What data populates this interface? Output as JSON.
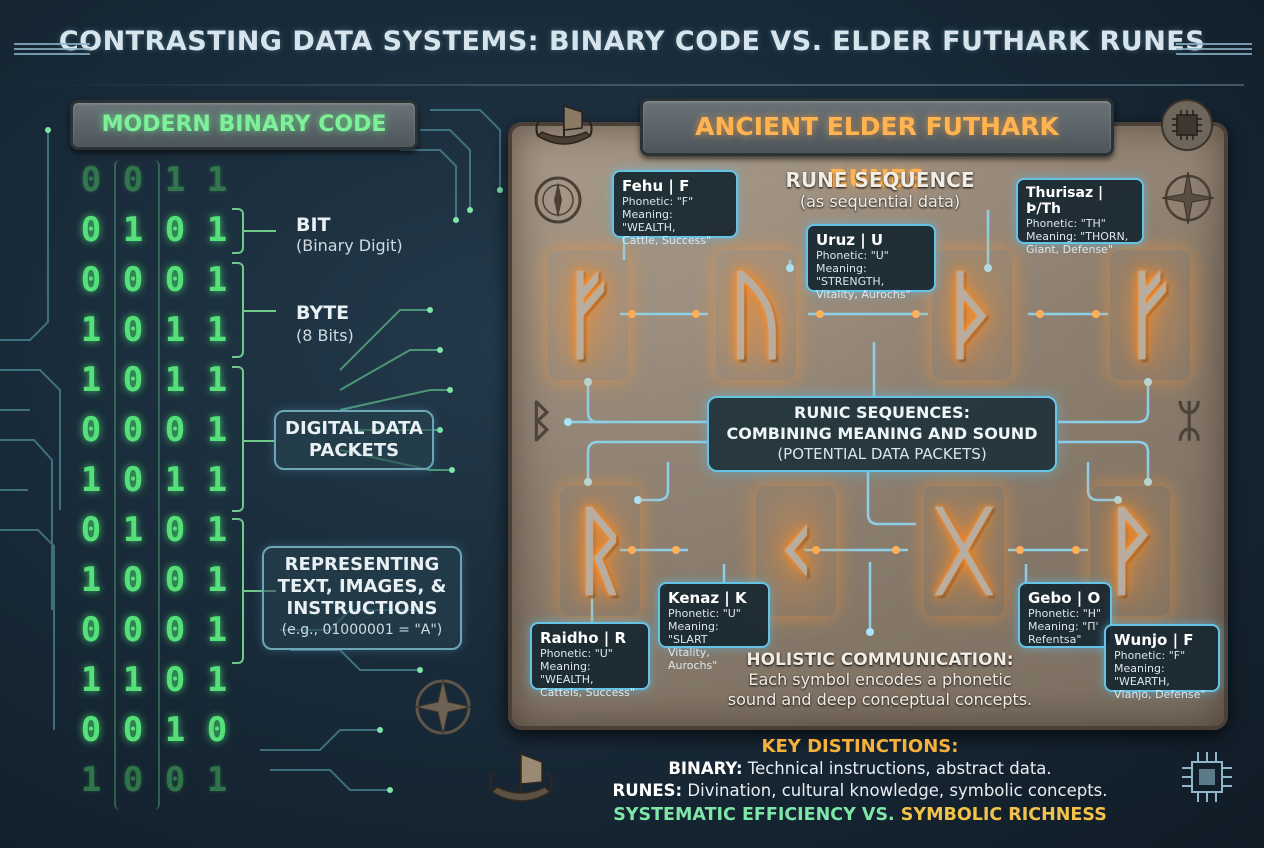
{
  "title": "CONTRASTING DATA SYSTEMS: BINARY CODE VS. ELDER FUTHARK RUNES",
  "binary_panel": {
    "heading": "MODERN BINARY CODE",
    "rows": [
      [
        "0",
        "0",
        "1",
        "1"
      ],
      [
        "0",
        "1",
        "0",
        "1"
      ],
      [
        "0",
        "0",
        "0",
        "1"
      ],
      [
        "1",
        "0",
        "1",
        "1"
      ],
      [
        "1",
        "0",
        "1",
        "1"
      ],
      [
        "0",
        "0",
        "0",
        "1"
      ],
      [
        "1",
        "0",
        "1",
        "1"
      ],
      [
        "0",
        "1",
        "0",
        "1"
      ],
      [
        "1",
        "0",
        "0",
        "1"
      ],
      [
        "0",
        "0",
        "0",
        "1"
      ],
      [
        "1",
        "1",
        "0",
        "1"
      ],
      [
        "0",
        "0",
        "1",
        "0"
      ],
      [
        "1",
        "0",
        "0",
        "1"
      ]
    ],
    "labels": {
      "bit": "BIT",
      "bit_sub": "(Binary Digit)",
      "byte": "BYTE",
      "byte_sub": "(8 Bits)",
      "packets_1": "DIGITAL DATA",
      "packets_2": "PACKETS",
      "rep_1": "REPRESENTING",
      "rep_2": "TEXT, IMAGES, &",
      "rep_3": "INSTRUCTIONS",
      "rep_4": "(e.g., 01000001 = \"A\")"
    }
  },
  "rune_panel": {
    "heading": "ANCIENT ELDER FUTHARK RUNES",
    "sequence_title": "RUNE SEQUENCE",
    "sequence_sub": "(as sequential data)",
    "top_runes": [
      "ᚠ",
      "ᚢ",
      "ᚦ",
      "ᚠ"
    ],
    "bottom_runes": [
      "ᚱ",
      "ᚲ",
      "ᚷ",
      "ᚹ"
    ],
    "side_glyph_left": "ᛒ",
    "side_glyph_right": "ᛯ",
    "callouts": {
      "fehu": {
        "name": "Fehu | F",
        "l1": "Phonetic: \"F\"",
        "l2": "Meaning: \"WEALTH,",
        "l3": "Cattle, Success\""
      },
      "uruz": {
        "name": "Uruz | U",
        "l1": "Phonetic: \"U\"",
        "l2": "Meaning: \"STRENGTH,",
        "l3": "Vitality, Aurochs\""
      },
      "thurisaz": {
        "name": "Thurisaz | Þ/Th",
        "l1": "Phonetic: \"TH\"",
        "l2": "Meaning: \"THORN,",
        "l3": "Giant, Defense\""
      },
      "raidho": {
        "name": "Raidho | R",
        "l1": "Phonetic: \"U\"",
        "l2": "Meaning: \"WEALTH,",
        "l3": "Cattels, Success\""
      },
      "kenaz": {
        "name": "Kenaz | K",
        "l1": "Phonetic: \"U\"",
        "l2": "Meaning: \"SLART",
        "l3": "Vitality, Aurochs\""
      },
      "gebo": {
        "name": "Gebo | O",
        "l1": "Phonetic: \"H\"",
        "l2": "Meaning: \"Π'",
        "l3": "Refentsa\""
      },
      "wunjo": {
        "name": "Wunjo | F",
        "l1": "Phonetic: \"F\"",
        "l2": "Meaning: \"WEARTH,",
        "l3": "Vlanjo, Defense\""
      }
    },
    "center_1": "RUNIC SEQUENCES:",
    "center_2": "COMBINING MEANING AND SOUND",
    "center_3": "(POTENTIAL DATA PACKETS)",
    "holistic_title": "HOLISTIC COMMUNICATION:",
    "holistic_1": "Each symbol encodes a phonetic",
    "holistic_2": "sound and deep conceptual concepts."
  },
  "key": {
    "title": "KEY DISTINCTIONS:",
    "binary_label": "BINARY:",
    "binary_text": " Technical instructions, abstract data.",
    "runes_label": "RUNES:",
    "runes_text": " Divination, cultural knowledge, symbolic concepts.",
    "bottom_left": "SYSTEMATIC EFFICIENCY VS.",
    "bottom_right": " SYMBOLIC RICHNESS"
  },
  "colors": {
    "binary_green": "#55e07a",
    "rune_orange": "#ffb450",
    "callout_blue": "#67c3e6",
    "key_gold": "#f7b13a",
    "bottom_green": "#7fe6a8",
    "bottom_gold": "#f2c24a"
  },
  "icons": [
    "viking-ship-icon",
    "compass-icon",
    "microchip-icon"
  ]
}
